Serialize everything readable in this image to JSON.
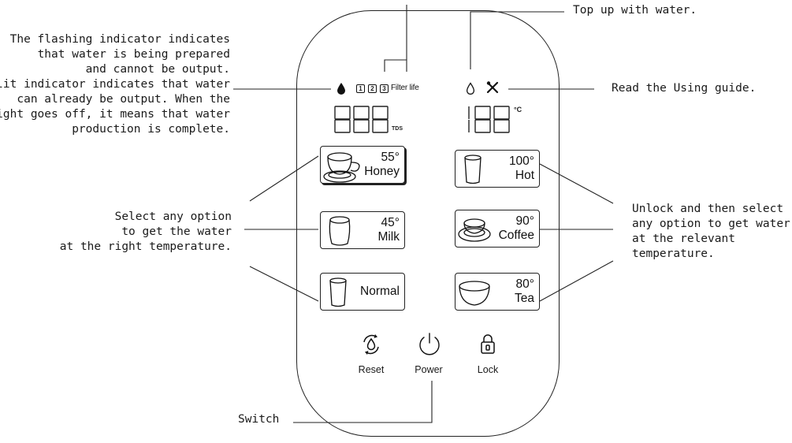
{
  "callouts": {
    "indicator": [
      "The flashing indicator indicates",
      "that water is being prepared",
      "and cannot be output.",
      "A lit indicator indicates that water",
      "can already be output. When the",
      "light goes off, it means that water",
      "production is complete."
    ],
    "select_left": [
      "Select any option",
      "to get the water",
      "at the right temperature."
    ],
    "top_up": "Top up with water.",
    "read_guide": "Read the Using guide.",
    "select_right": [
      "Unlock and then select",
      "any option to get water",
      "at the relevant",
      "temperature."
    ],
    "switch": "Switch"
  },
  "panel": {
    "filter_label": "Filter life",
    "filter_numbers": [
      "1",
      "2",
      "3"
    ],
    "display_left": "888",
    "display_left_unit": "TDS",
    "display_right": "188",
    "display_right_unit": "°C",
    "buttons_left": [
      {
        "temp": "55°",
        "name": "Honey",
        "icon": "cup-with-saucer-icon"
      },
      {
        "temp": "45°",
        "name": "Milk",
        "icon": "mug-icon"
      },
      {
        "temp": "",
        "name": "Normal",
        "icon": "glass-icon"
      }
    ],
    "buttons_right": [
      {
        "temp": "100°",
        "name": "Hot",
        "icon": "glass-icon"
      },
      {
        "temp": "90°",
        "name": "Coffee",
        "icon": "coffee-cup-icon"
      },
      {
        "temp": "80°",
        "name": "Tea",
        "icon": "tea-bowl-icon"
      }
    ],
    "controls": [
      {
        "label": "Reset",
        "icon": "reset-drop-icon"
      },
      {
        "label": "Power",
        "icon": "power-icon"
      },
      {
        "label": "Lock",
        "icon": "lock-icon"
      }
    ]
  },
  "colors": {
    "line": "#222222",
    "text": "#1a1a1a",
    "background": "#ffffff"
  }
}
